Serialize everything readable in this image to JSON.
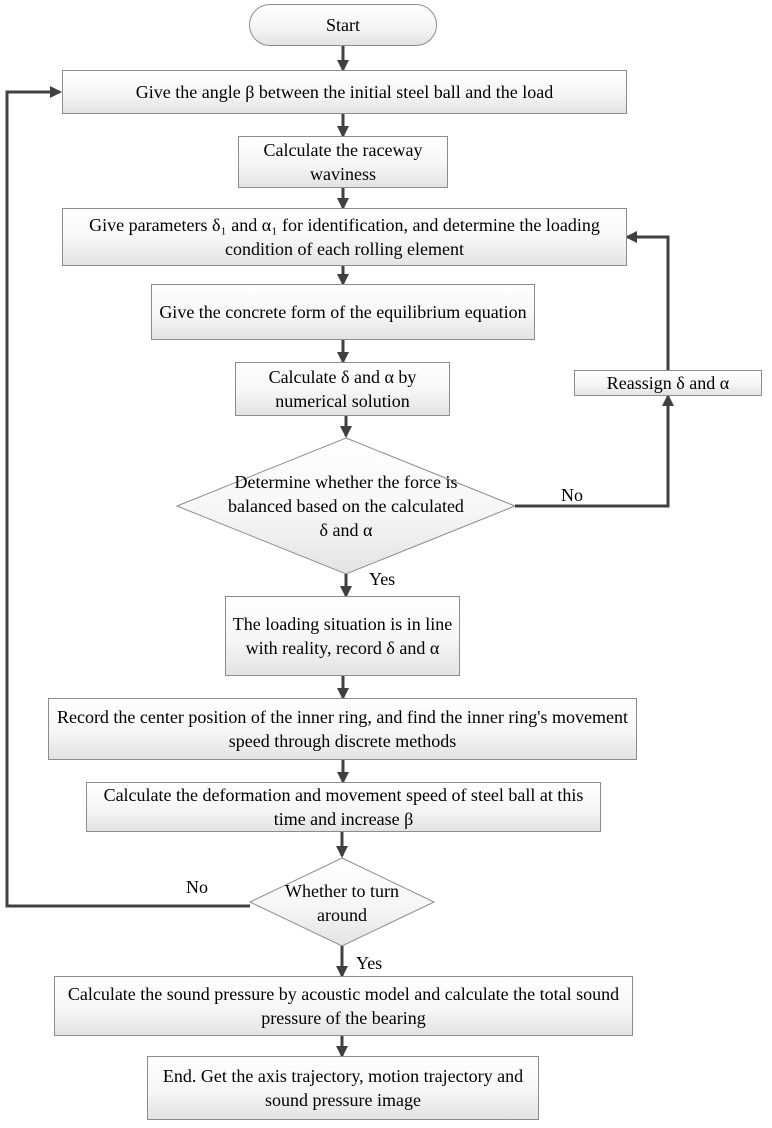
{
  "flowchart": {
    "start": "Start",
    "steps": {
      "give_angle": "Give the angle β between the initial steel ball and the load",
      "calc_waviness": "Calculate the raceway waviness",
      "give_params": "Give parameters δ₁ and α₁ for identification, and determine the loading condition of each rolling element",
      "give_form": "Give the concrete form of the equilibrium equation",
      "calc_delta_alpha": "Calculate δ and α by numerical solution",
      "reassign": "Reassign δ and α",
      "record_delta_alpha": "The loading situation is in line with reality, record δ and α",
      "record_center": "Record the center position of the inner ring, and find the inner ring's movement speed through discrete methods",
      "calc_deformation": "Calculate the deformation and movement speed of steel ball at this time and increase β",
      "calc_sound": "Calculate the sound pressure by acoustic model and calculate the total sound pressure of the bearing",
      "end": "End. Get the axis trajectory, motion trajectory and sound pressure image"
    },
    "decisions": {
      "force_balanced": "Determine whether the force is balanced based on the calculated δ and α",
      "turn_around": "Whether to turn around"
    },
    "labels": {
      "balanced_no": "No",
      "balanced_yes": "Yes",
      "turn_no": "No",
      "turn_yes": "Yes"
    }
  }
}
